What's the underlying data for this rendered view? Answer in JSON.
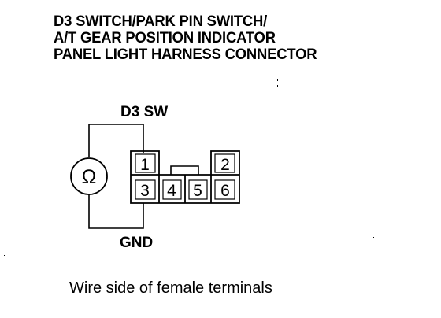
{
  "title": {
    "line1": "D3 SWITCH/PARK PIN SWITCH/",
    "line2": "A/T GEAR POSITION INDICATOR",
    "line3": "PANEL LIGHT HARNESS CONNECTOR"
  },
  "labels": {
    "top": "D3 SW",
    "bottom": "GND"
  },
  "meter": {
    "symbol": "Ω",
    "icon": "ohmmeter-icon"
  },
  "connector": {
    "pins": [
      "1",
      "2",
      "3",
      "4",
      "5",
      "6"
    ]
  },
  "caption": "Wire side of female terminals"
}
